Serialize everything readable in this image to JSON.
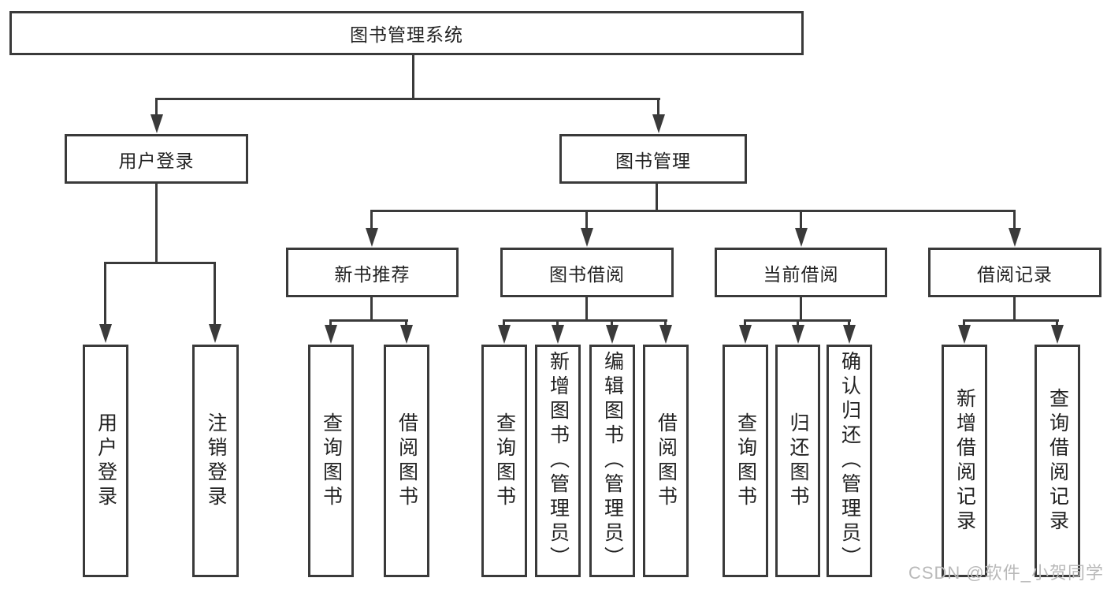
{
  "tree": {
    "root": "图书管理系统",
    "branches": [
      {
        "label": "用户登录",
        "children": [
          "用户登录",
          "注销登录"
        ]
      },
      {
        "label": "图书管理",
        "groups": [
          {
            "label": "新书推荐",
            "children": [
              "查询图书",
              "借阅图书"
            ]
          },
          {
            "label": "图书借阅",
            "children": [
              "查询图书",
              "新增图书（管理员）",
              "编辑图书（管理员）",
              "借阅图书"
            ]
          },
          {
            "label": "当前借阅",
            "children": [
              "查询图书",
              "归还图书",
              "确认归还（管理员）"
            ]
          },
          {
            "label": "借阅记录",
            "children": [
              "新增借阅记录",
              "查询借阅记录"
            ]
          }
        ]
      }
    ]
  },
  "watermark": "CSDN @软件_小贺同学",
  "colors": {
    "line": "#3a3a3a",
    "text": "#222222",
    "background": "#ffffff",
    "watermark": "#b9b9b9"
  }
}
